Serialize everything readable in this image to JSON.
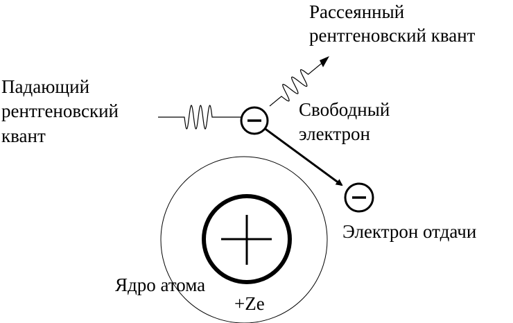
{
  "labels": {
    "scattered_line1": "Рассеянный",
    "scattered_line2": "рентгеновский квант",
    "incident_line1": "Падающий",
    "incident_line2": "рентгеновский",
    "incident_line3": "квант",
    "free_line1": "Свободный",
    "free_line2": "электрон",
    "recoil": "Электрон отдачи",
    "nucleus": "Ядро атома",
    "charge": "+Ze"
  },
  "symbols": {
    "electron_sign": "minus-sign",
    "nucleus_sign": "plus-sign"
  },
  "colors": {
    "ink": "#000000",
    "background": "#ffffff"
  }
}
